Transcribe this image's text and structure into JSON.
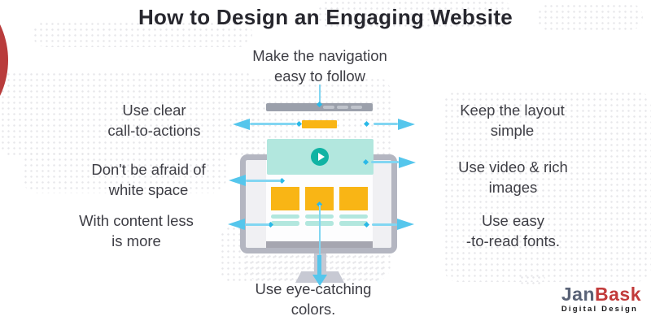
{
  "title": "How to Design an Engaging Website",
  "callouts": {
    "top": "Make the navigation\neasy to follow",
    "left_1": "Use clear\ncall-to-actions",
    "left_2": "Don't be afraid of\nwhite space",
    "left_3": "With content less\nis more",
    "right_1": "Keep the layout\nsimple",
    "right_2": "Use video & rich\nimages",
    "right_3": "Use easy\n-to-read fonts.",
    "bottom": "Use eye-catching\ncolors."
  },
  "logo": {
    "name_part_1": "Jan",
    "name_part_2": "Bask",
    "tagline": "Digital Design"
  },
  "diagram": {
    "subject": "browser-monitor wireframe mockup with callout arrows",
    "icons": [
      "play-icon"
    ],
    "colors": {
      "arrow_cyan": "#55c6ec",
      "connector_dot": "#2ab9e7",
      "accent_yellow": "#f9b515",
      "teal_light": "#b2e7de",
      "teal_dark_play": "#10b3a3",
      "frame_gray": "#b4b6c1",
      "navbar_gray": "#9ba0ab",
      "footer_gray": "#a6a6b0",
      "stand_gray": "#c7c9d3",
      "red_edge_accent": "#b93c3c",
      "title_text": "#27272e",
      "label_text": "#3e3e45",
      "logo_slate": "#5a6377",
      "logo_red": "#c23b3b"
    },
    "background_pattern": "light gray dotted world map"
  }
}
